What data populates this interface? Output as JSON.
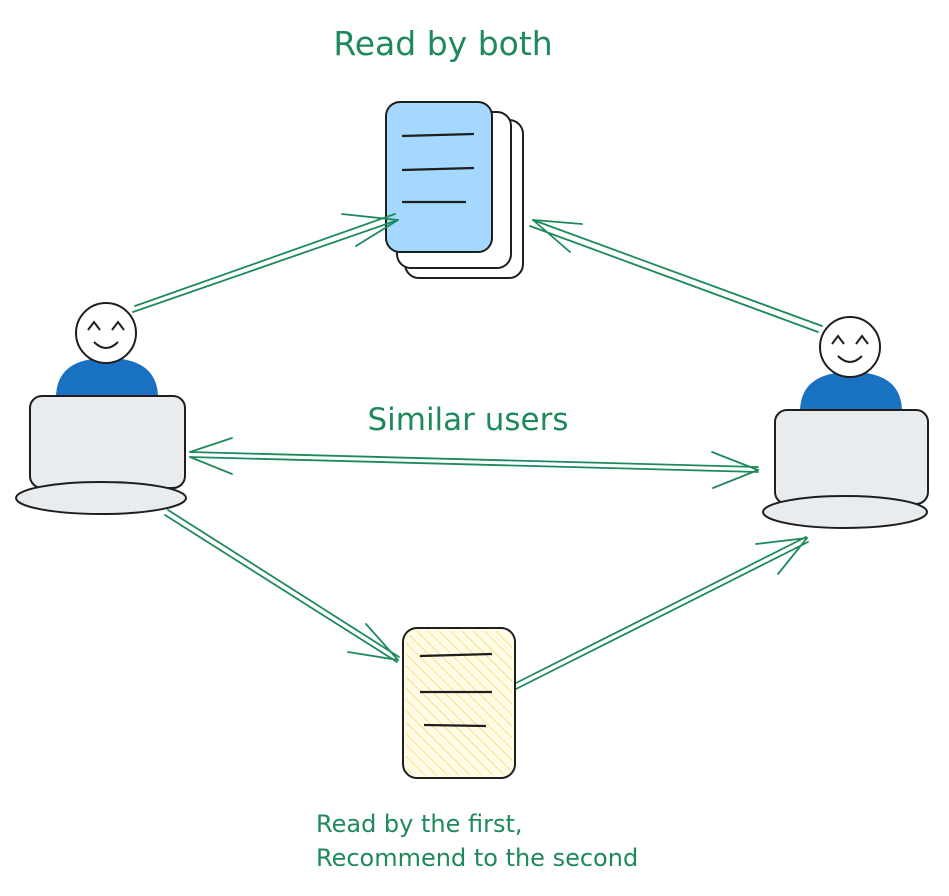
{
  "labels": {
    "top": "Read by both",
    "middle": "Similar users",
    "bottom_line1": "Read by the first,",
    "bottom_line2": "Recommend to the second"
  },
  "colors": {
    "accent": "#1e8a5b",
    "doc_blue": "#a5d8ff",
    "doc_yellow": "#fff3bf",
    "hatch_yellow": "#f0d860",
    "user_blue": "#1971c2",
    "laptop_gray": "#e9ecef",
    "stroke": "#1e1e1e"
  },
  "icons": [
    "user-icon",
    "laptop-icon",
    "document-stack-icon",
    "document-icon",
    "arrow-icon"
  ]
}
